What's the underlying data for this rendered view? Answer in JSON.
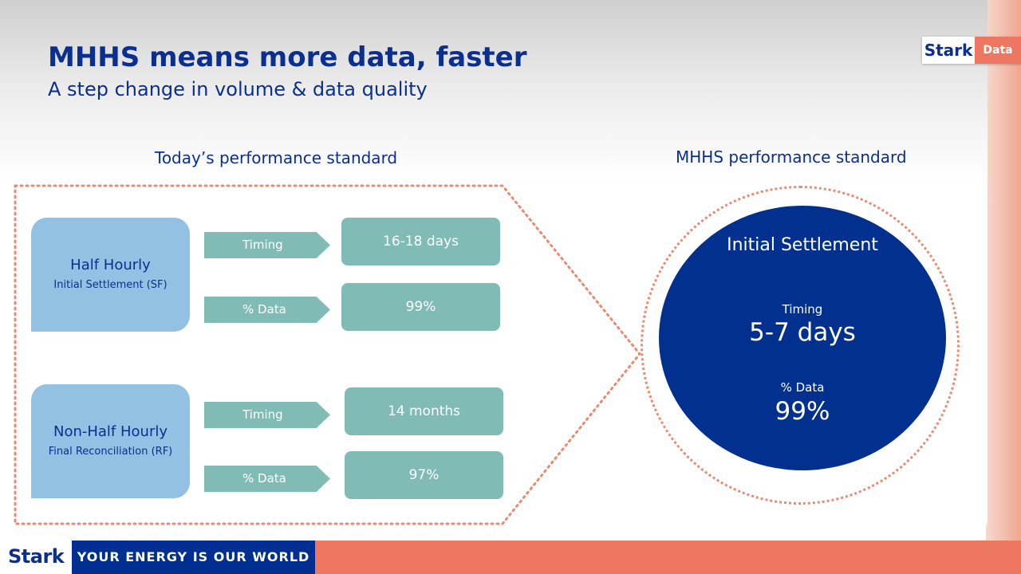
{
  "header": {
    "title": "MHHS means more data, faster",
    "subtitle": "A step change in volume & data quality"
  },
  "brand": {
    "stark": "Stark",
    "data": "Data"
  },
  "today": {
    "label": "Today’s performance standard",
    "categories": [
      {
        "title": "Half Hourly",
        "subtitle": "Initial Settlement (SF)",
        "rows": [
          {
            "label": "Timing",
            "value": "16-18 days"
          },
          {
            "label": "% Data",
            "value": "99%"
          }
        ]
      },
      {
        "title": "Non-Half Hourly",
        "subtitle": "Final Reconciliation (RF)",
        "rows": [
          {
            "label": "Timing",
            "value": "14 months"
          },
          {
            "label": "% Data",
            "value": "97%"
          }
        ]
      }
    ]
  },
  "mhhs": {
    "label": "MHHS performance standard",
    "circle_title": "Initial Settlement",
    "timing_label": "Timing",
    "timing_value": "5-7 days",
    "data_label": "% Data",
    "data_value": "99%"
  },
  "footer": {
    "logo": "Stark",
    "tagline": "YOUR ENERGY IS OUR WORLD"
  },
  "colors": {
    "navy": "#0a2f8f",
    "teal": "#81bbb5",
    "light_blue": "#92c1e4",
    "coral": "#ee7762",
    "circle_navy": "#01308f"
  }
}
